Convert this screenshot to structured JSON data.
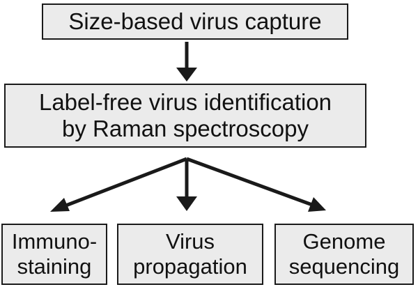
{
  "boxes": {
    "top": {
      "lines": [
        "Size-based virus capture"
      ]
    },
    "middle": {
      "lines": [
        "Label-free virus identification",
        "by Raman spectroscopy"
      ]
    },
    "bottom": [
      {
        "lines": [
          "Immuno-",
          "staining"
        ]
      },
      {
        "lines": [
          "Virus",
          "propagation"
        ]
      },
      {
        "lines": [
          "Genome",
          "sequencing"
        ]
      }
    ]
  },
  "colors": {
    "box_fill": "#ebebeb",
    "stroke": "#1a1a1a"
  }
}
